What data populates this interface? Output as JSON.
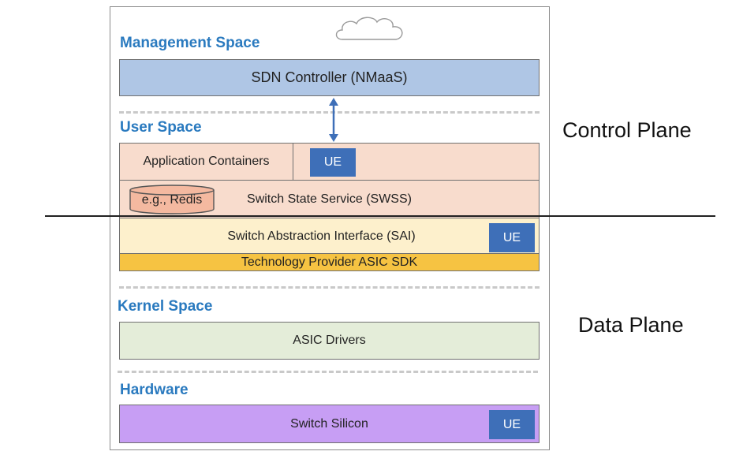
{
  "sections": {
    "management": "Management Space",
    "user": "User Space",
    "kernel": "Kernel Space",
    "hardware": "Hardware"
  },
  "boxes": {
    "sdn_controller": "SDN Controller (NMaaS)",
    "app_containers": "Application Containers",
    "swss": "Switch State Service (SWSS)",
    "redis": "e.g., Redis",
    "sai": "Switch Abstraction Interface (SAI)",
    "asic_sdk": "Technology Provider ASIC SDK",
    "asic_drivers": "ASIC Drivers",
    "switch_silicon": "Switch Silicon"
  },
  "ue_label": "UE",
  "planes": {
    "control": "Control Plane",
    "data": "Data Plane"
  },
  "colors": {
    "section_title": "#2a7abf",
    "sdn_controller": "#afc6e5",
    "user_space": "#f8dccd",
    "sai": "#fdf0cc",
    "asic_sdk": "#f6c342",
    "asic_drivers": "#e4edd9",
    "switch_silicon": "#c79ef4",
    "ue": "#3e6fb8"
  }
}
